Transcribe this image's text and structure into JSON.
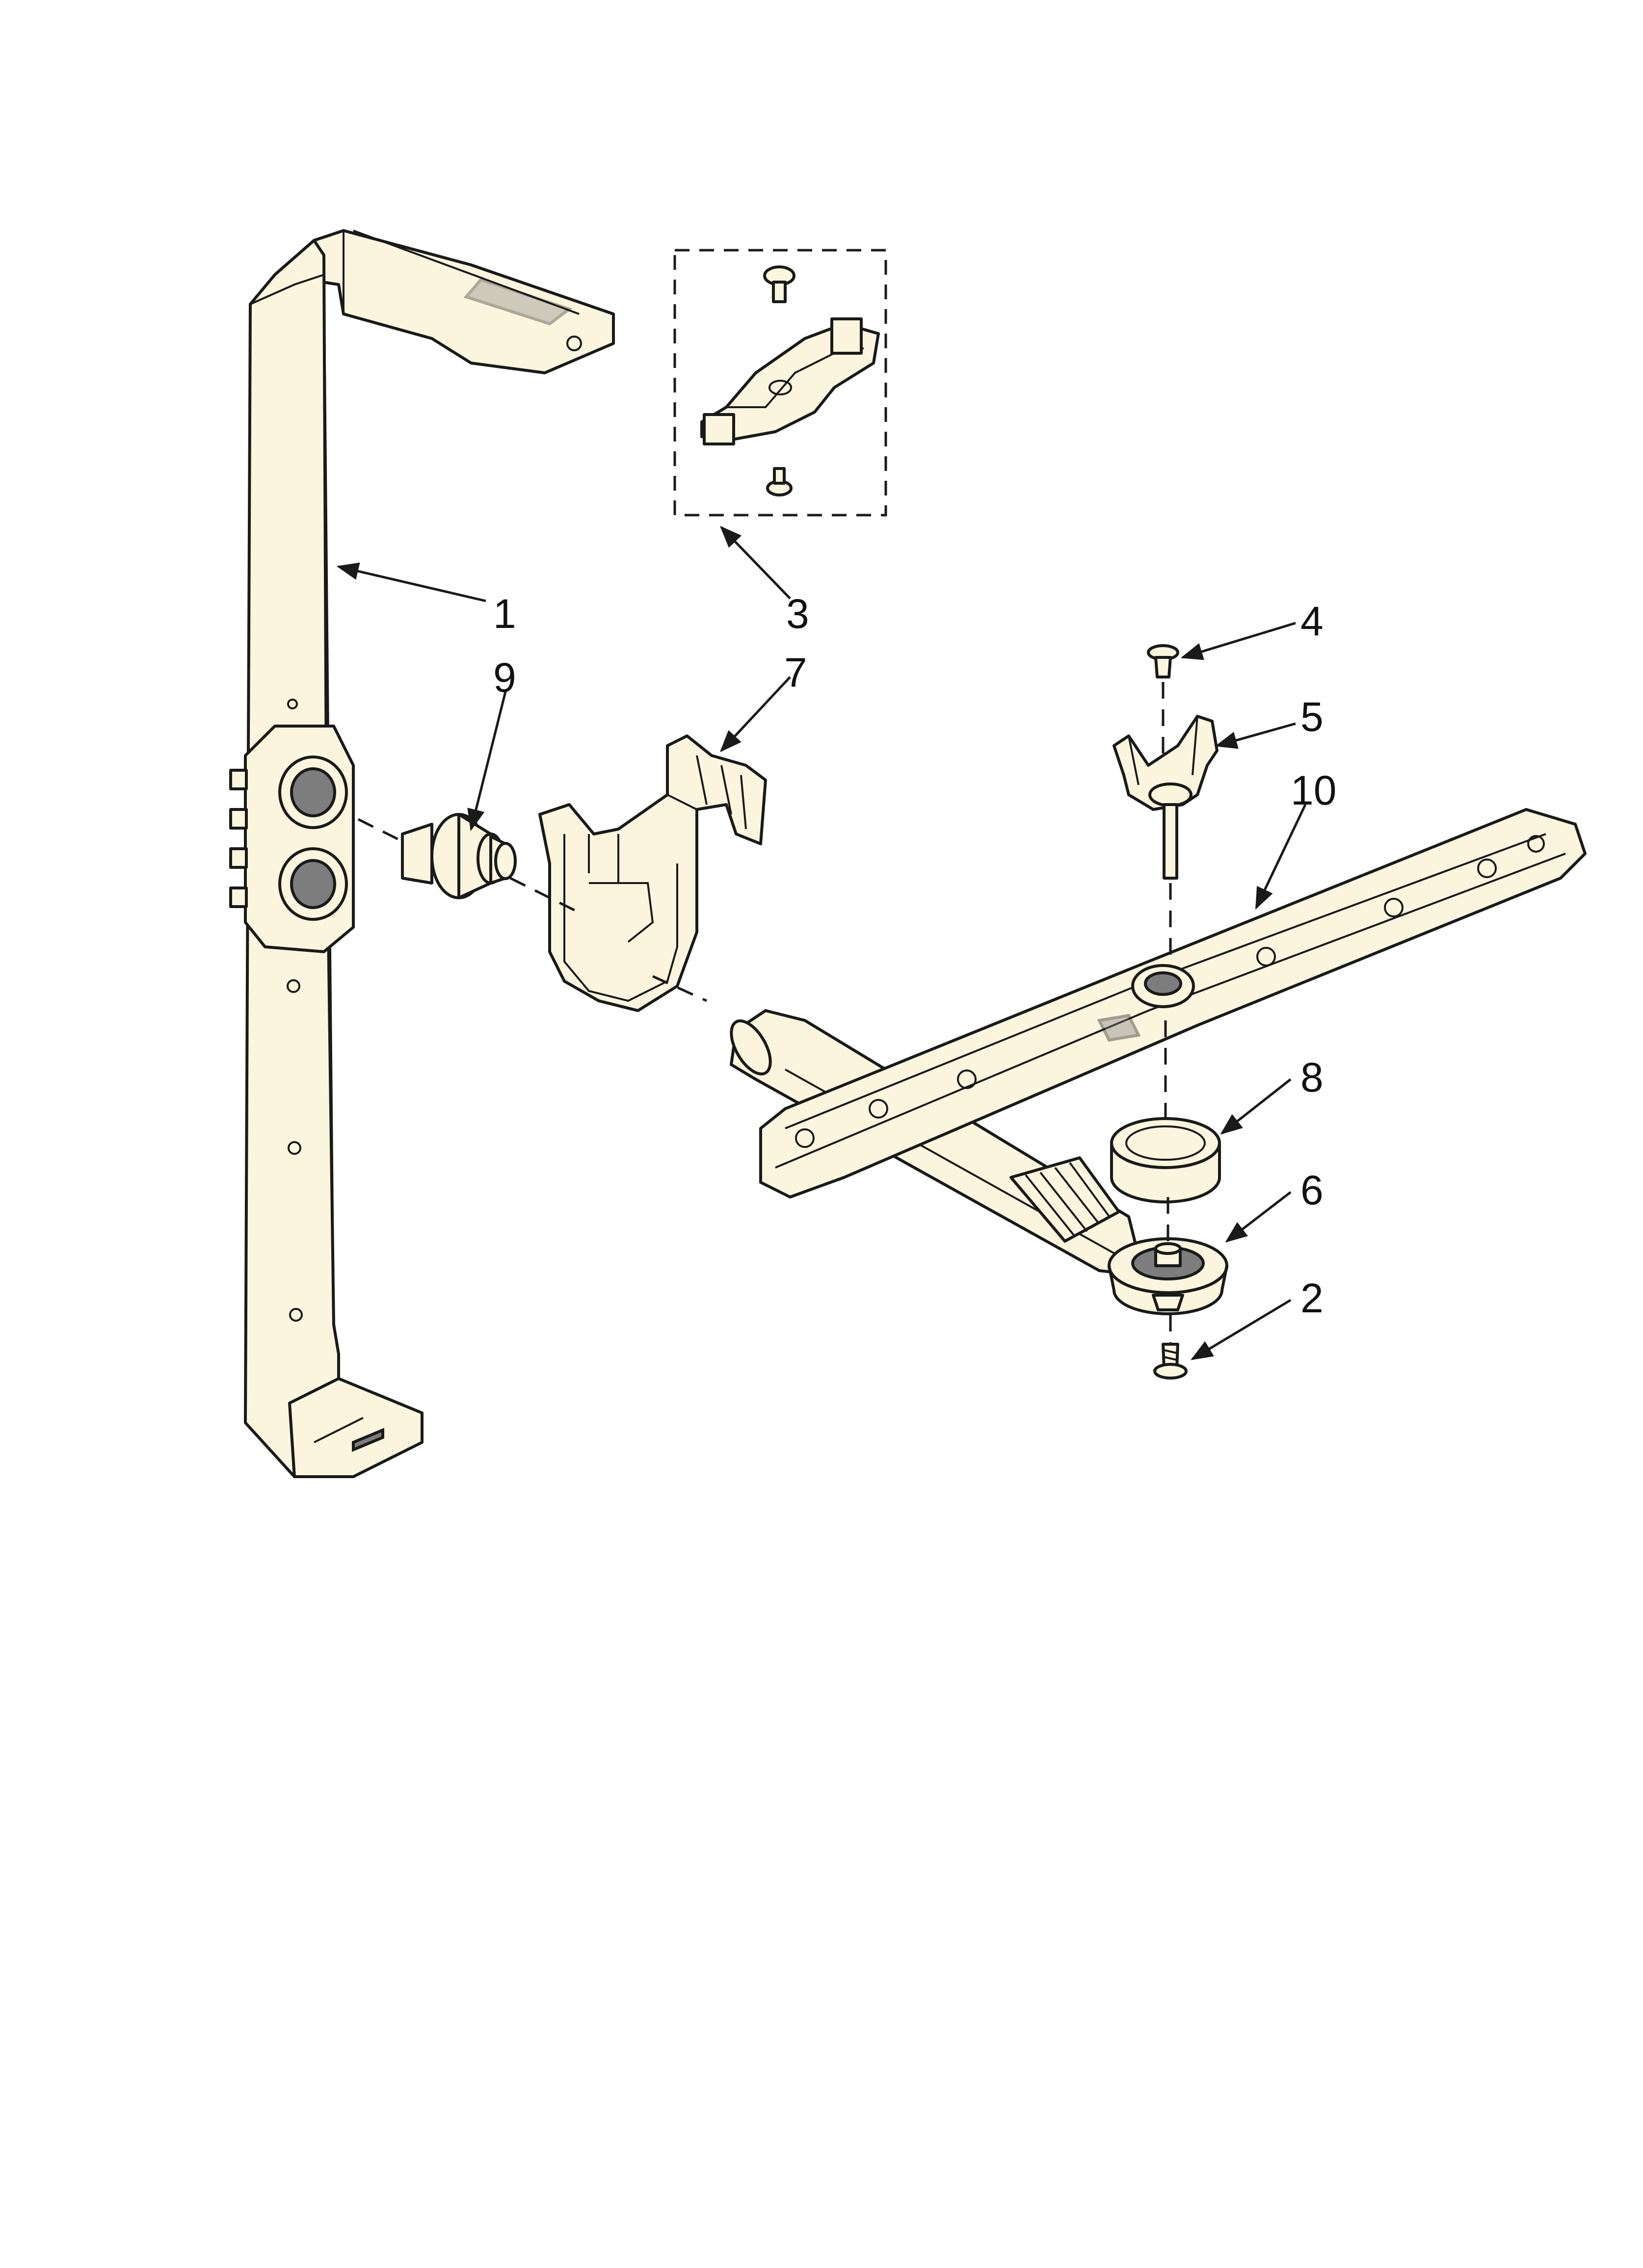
{
  "diagram": {
    "callouts": [
      {
        "id": "1",
        "label": "1"
      },
      {
        "id": "2",
        "label": "2"
      },
      {
        "id": "3",
        "label": "3"
      },
      {
        "id": "4",
        "label": "4"
      },
      {
        "id": "5",
        "label": "5"
      },
      {
        "id": "6",
        "label": "6"
      },
      {
        "id": "7",
        "label": "7"
      },
      {
        "id": "8",
        "label": "8"
      },
      {
        "id": "9",
        "label": "9"
      },
      {
        "id": "10",
        "label": "10"
      }
    ],
    "colors": {
      "background": "#ffffff",
      "part_fill": "#fbf5dd",
      "line": "#1a1a1a",
      "shade": "#7d7d7d"
    }
  }
}
